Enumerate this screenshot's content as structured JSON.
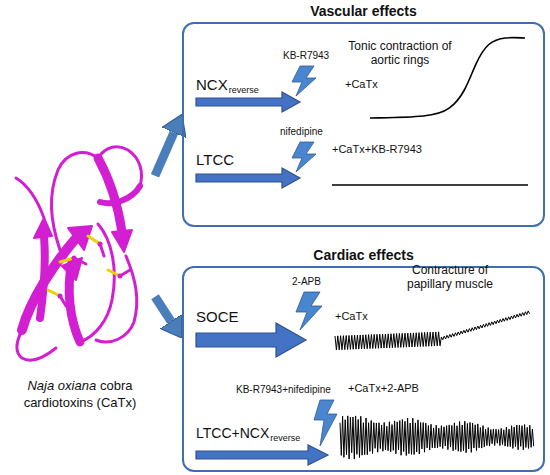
{
  "diagram": {
    "nodes": [
      {
        "text": [
          "Naja oxiana",
          "cobra cardiotoxins (CaTx)"
        ]
      },
      {
        "text": [
          "Vascular effects"
        ]
      },
      {
        "text": [
          "Cardiac effects"
        ]
      }
    ],
    "edges": [
      {
        "from": 0,
        "to": 1,
        "arrow": "to"
      },
      {
        "from": 0,
        "to": 2,
        "arrow": "to"
      }
    ],
    "labels": [
      "KB-R7943",
      "NCX",
      "reverse",
      "Tonic contraction of aortic rings",
      "+CaTx",
      "nifedipine",
      "LTCC",
      "+CaTx+KB-R7943",
      "2-APB",
      "SOCE",
      "Contracture of papillary muscle",
      "+CaTx",
      "KB-R7943+nifedipine",
      "LTCC+NCX",
      "reverse",
      "+CaTx+2-APB"
    ]
  }
}
